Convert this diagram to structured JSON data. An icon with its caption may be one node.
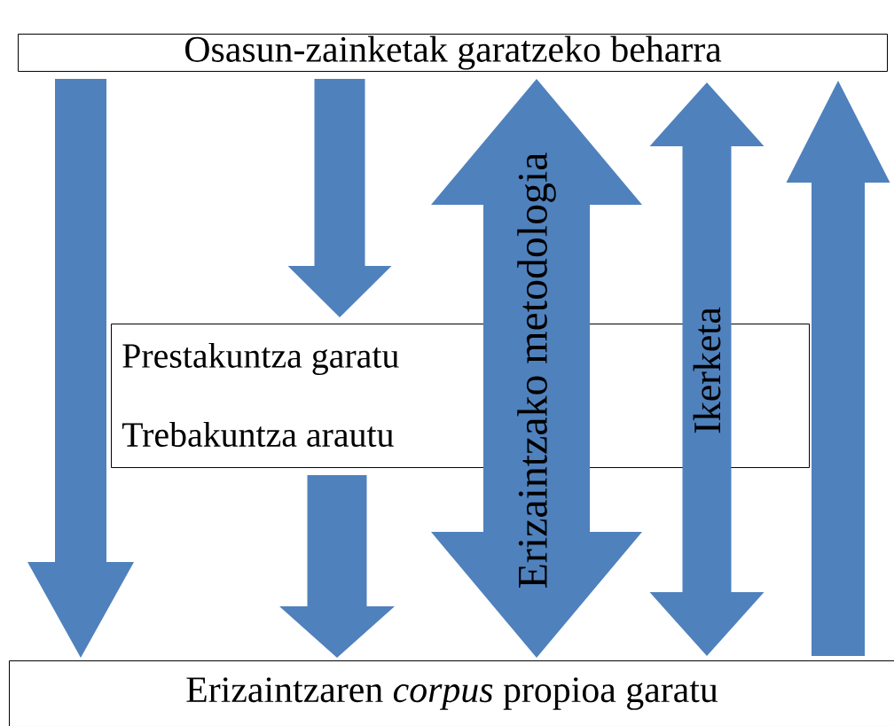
{
  "diagram": {
    "nodes": [
      {
        "text": [
          "Osasun-zainketak garatzeko beharra"
        ]
      },
      {
        "text": [
          "Prestakuntza garatu",
          "Trebakuntza arautu"
        ]
      },
      {
        "text": [
          "Erizaintzaren *corpus* propioa garatu"
        ]
      }
    ],
    "edges": [
      {
        "from": 0,
        "to": 2,
        "arrow": "to"
      },
      {
        "from": 0,
        "to": 1,
        "arrow": "to"
      },
      {
        "from": 1,
        "to": 2,
        "arrow": "to"
      },
      {
        "from": 0,
        "to": 2,
        "arrow": "both",
        "label": "Erizaintzako metodologia"
      },
      {
        "from": 0,
        "to": 2,
        "arrow": "both",
        "label": "Ikerketa"
      },
      {
        "from": 2,
        "to": 0,
        "arrow": "to"
      }
    ]
  }
}
